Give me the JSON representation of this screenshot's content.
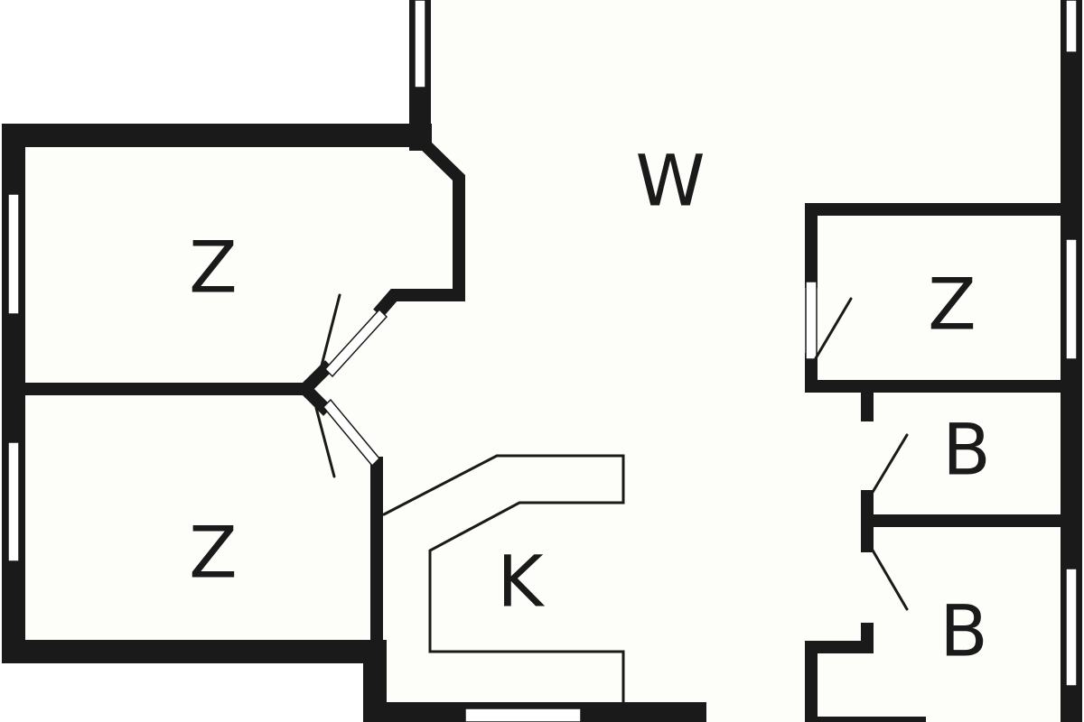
{
  "colors": {
    "floor": "#fdfdf9",
    "wall": "#1a1a1a",
    "background": "#ffffff"
  },
  "rooms": [
    {
      "id": "living",
      "label": "W"
    },
    {
      "id": "bedroom-upper-left",
      "label": "Z"
    },
    {
      "id": "bedroom-lower-left",
      "label": "Z"
    },
    {
      "id": "bedroom-right",
      "label": "Z"
    },
    {
      "id": "bathroom-upper",
      "label": "B"
    },
    {
      "id": "bathroom-lower",
      "label": "B"
    },
    {
      "id": "kitchen",
      "label": "K"
    }
  ]
}
